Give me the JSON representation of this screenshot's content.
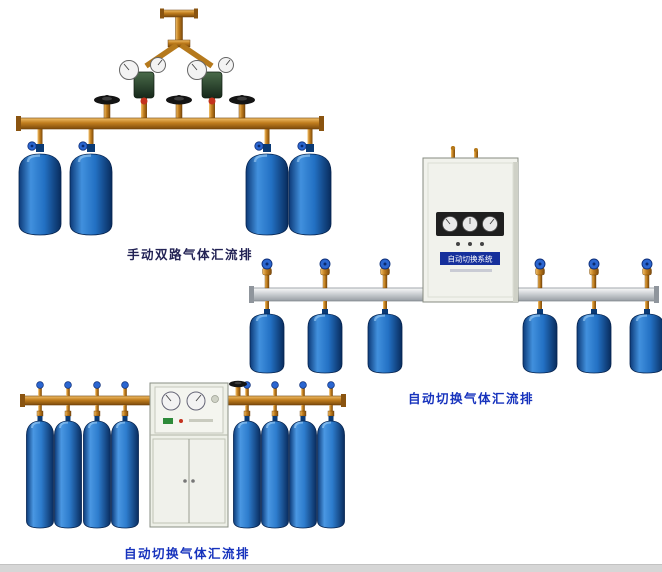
{
  "page": {
    "background": "#ffffff",
    "bottom_strip_color": "#d6d6d6"
  },
  "products": [
    {
      "name": "manual-dual-gas-manifold",
      "caption": "手动双路气体汇流排",
      "caption_color": "#232355",
      "cylinder_count": 4
    },
    {
      "name": "auto-switch-gas-manifold-cabinet",
      "caption": "自动切换气体汇流排",
      "caption_color": "#1733bd",
      "cabinet_label": "自动切换系统",
      "cylinder_count": 6
    },
    {
      "name": "auto-switch-gas-manifold-tall",
      "caption": "自动切换气体汇流排",
      "caption_color": "#1733bd",
      "cylinder_count": 8
    }
  ],
  "colors": {
    "brass_pipe": "#c07d1d",
    "cylinder_blue": "#2a74c6",
    "cylinder_blue_dark": "#0a2f66",
    "valve_handle_blue": "#2b66d0",
    "rail_gray": "#c8ccd0",
    "cabinet_body": "#f1f2ec",
    "gauge_face": "#f2f2f2"
  }
}
